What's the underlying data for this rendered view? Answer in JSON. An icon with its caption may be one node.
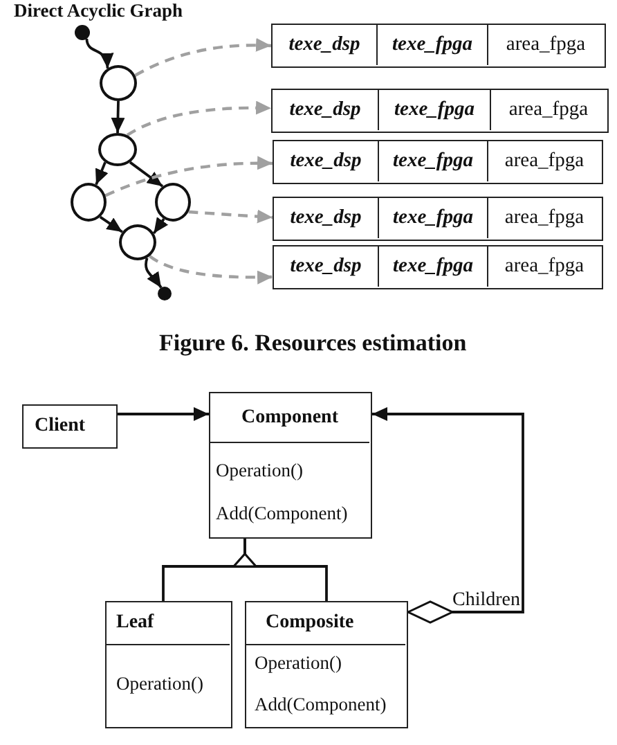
{
  "diagram": {
    "title": "Direct Acyclic Graph",
    "caption": "Figure 6. Resources estimation",
    "nodes": [
      {
        "text": [],
        "shape": "dot"
      },
      {
        "text": [],
        "shape": "circle"
      },
      {
        "text": [],
        "shape": "circle"
      },
      {
        "text": [],
        "shape": "circle"
      },
      {
        "text": [],
        "shape": "circle"
      },
      {
        "text": [],
        "shape": "circle"
      },
      {
        "text": [],
        "shape": "dot"
      },
      {
        "text": [
          "texe_dsp",
          "texe_fpga",
          "area_fpga"
        ]
      },
      {
        "text": [
          "texe_dsp",
          "texe_fpga",
          "area_fpga"
        ]
      },
      {
        "text": [
          "texe_dsp",
          "texe_fpga",
          "area_fpga"
        ]
      },
      {
        "text": [
          "texe_dsp",
          "texe_fpga",
          "area_fpga"
        ]
      },
      {
        "text": [
          "texe_dsp",
          "texe_fpga",
          "area_fpga"
        ]
      },
      {
        "text": [
          "Client"
        ]
      },
      {
        "text": [
          "Component",
          "Operation()",
          "Add(Component)"
        ]
      },
      {
        "text": [
          "Leaf",
          "Operation()"
        ]
      },
      {
        "text": [
          "Composite",
          "Operation()",
          "Add(Component)"
        ]
      }
    ],
    "edges": [
      {
        "from": 0,
        "to": 1,
        "arrow": "to"
      },
      {
        "from": 1,
        "to": 2,
        "arrow": "to"
      },
      {
        "from": 2,
        "to": 3,
        "arrow": "to"
      },
      {
        "from": 2,
        "to": 4,
        "arrow": "to"
      },
      {
        "from": 3,
        "to": 5,
        "arrow": "to"
      },
      {
        "from": 4,
        "to": 5,
        "arrow": "to"
      },
      {
        "from": 5,
        "to": 6,
        "arrow": "to"
      },
      {
        "from": 1,
        "to": 7,
        "arrow": "to",
        "style": "dashed",
        "color": "#a0a0a0"
      },
      {
        "from": 2,
        "to": 8,
        "arrow": "to",
        "style": "dashed",
        "color": "#a0a0a0"
      },
      {
        "from": 3,
        "to": 9,
        "arrow": "to",
        "style": "dashed",
        "color": "#a0a0a0"
      },
      {
        "from": 4,
        "to": 10,
        "arrow": "to",
        "style": "dashed",
        "color": "#a0a0a0"
      },
      {
        "from": 5,
        "to": 11,
        "arrow": "to",
        "style": "dashed",
        "color": "#a0a0a0"
      },
      {
        "from": 12,
        "to": 13,
        "arrow": "to"
      },
      {
        "from": 14,
        "to": 13,
        "arrow": "to"
      },
      {
        "from": 15,
        "to": 13,
        "arrow": "to"
      },
      {
        "from": 15,
        "to": 13,
        "arrow": "to",
        "label": "Children"
      }
    ]
  }
}
